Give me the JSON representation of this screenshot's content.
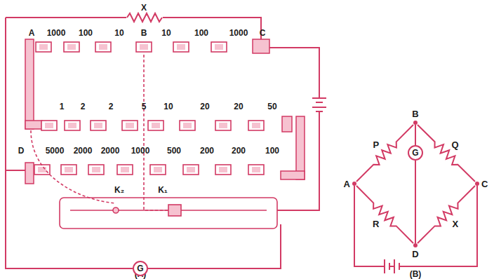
{
  "diagram": {
    "nodes": [
      {
        "text": [
          "G"
        ]
      },
      {
        "text": [
          "A"
        ]
      },
      {
        "text": [
          "B"
        ]
      },
      {
        "text": [
          "C"
        ]
      },
      {
        "text": [
          "D"
        ]
      },
      {
        "text": [
          "G"
        ]
      }
    ],
    "edges": [
      {
        "from": 1,
        "to": 2,
        "arrow": "none",
        "label": "P"
      },
      {
        "from": 2,
        "to": 3,
        "arrow": "none",
        "label": "Q"
      },
      {
        "from": 1,
        "to": 4,
        "arrow": "none",
        "label": "R"
      },
      {
        "from": 4,
        "to": 3,
        "arrow": "none",
        "label": "X"
      },
      {
        "from": 2,
        "to": 5,
        "arrow": "none"
      },
      {
        "from": 5,
        "to": 4,
        "arrow": "none"
      },
      {
        "from": 1,
        "to": 3,
        "arrow": "none"
      }
    ],
    "labels": [
      "X",
      "A",
      "1000",
      "100",
      "10",
      "B",
      "10",
      "100",
      "1000",
      "C",
      "1",
      "2",
      "2",
      "5",
      "10",
      "20",
      "20",
      "50",
      "D",
      "5000",
      "2000",
      "2000",
      "1000",
      "500",
      "200",
      "200",
      "100",
      "K₂",
      "K₁",
      "(A)",
      "(B)"
    ]
  }
}
